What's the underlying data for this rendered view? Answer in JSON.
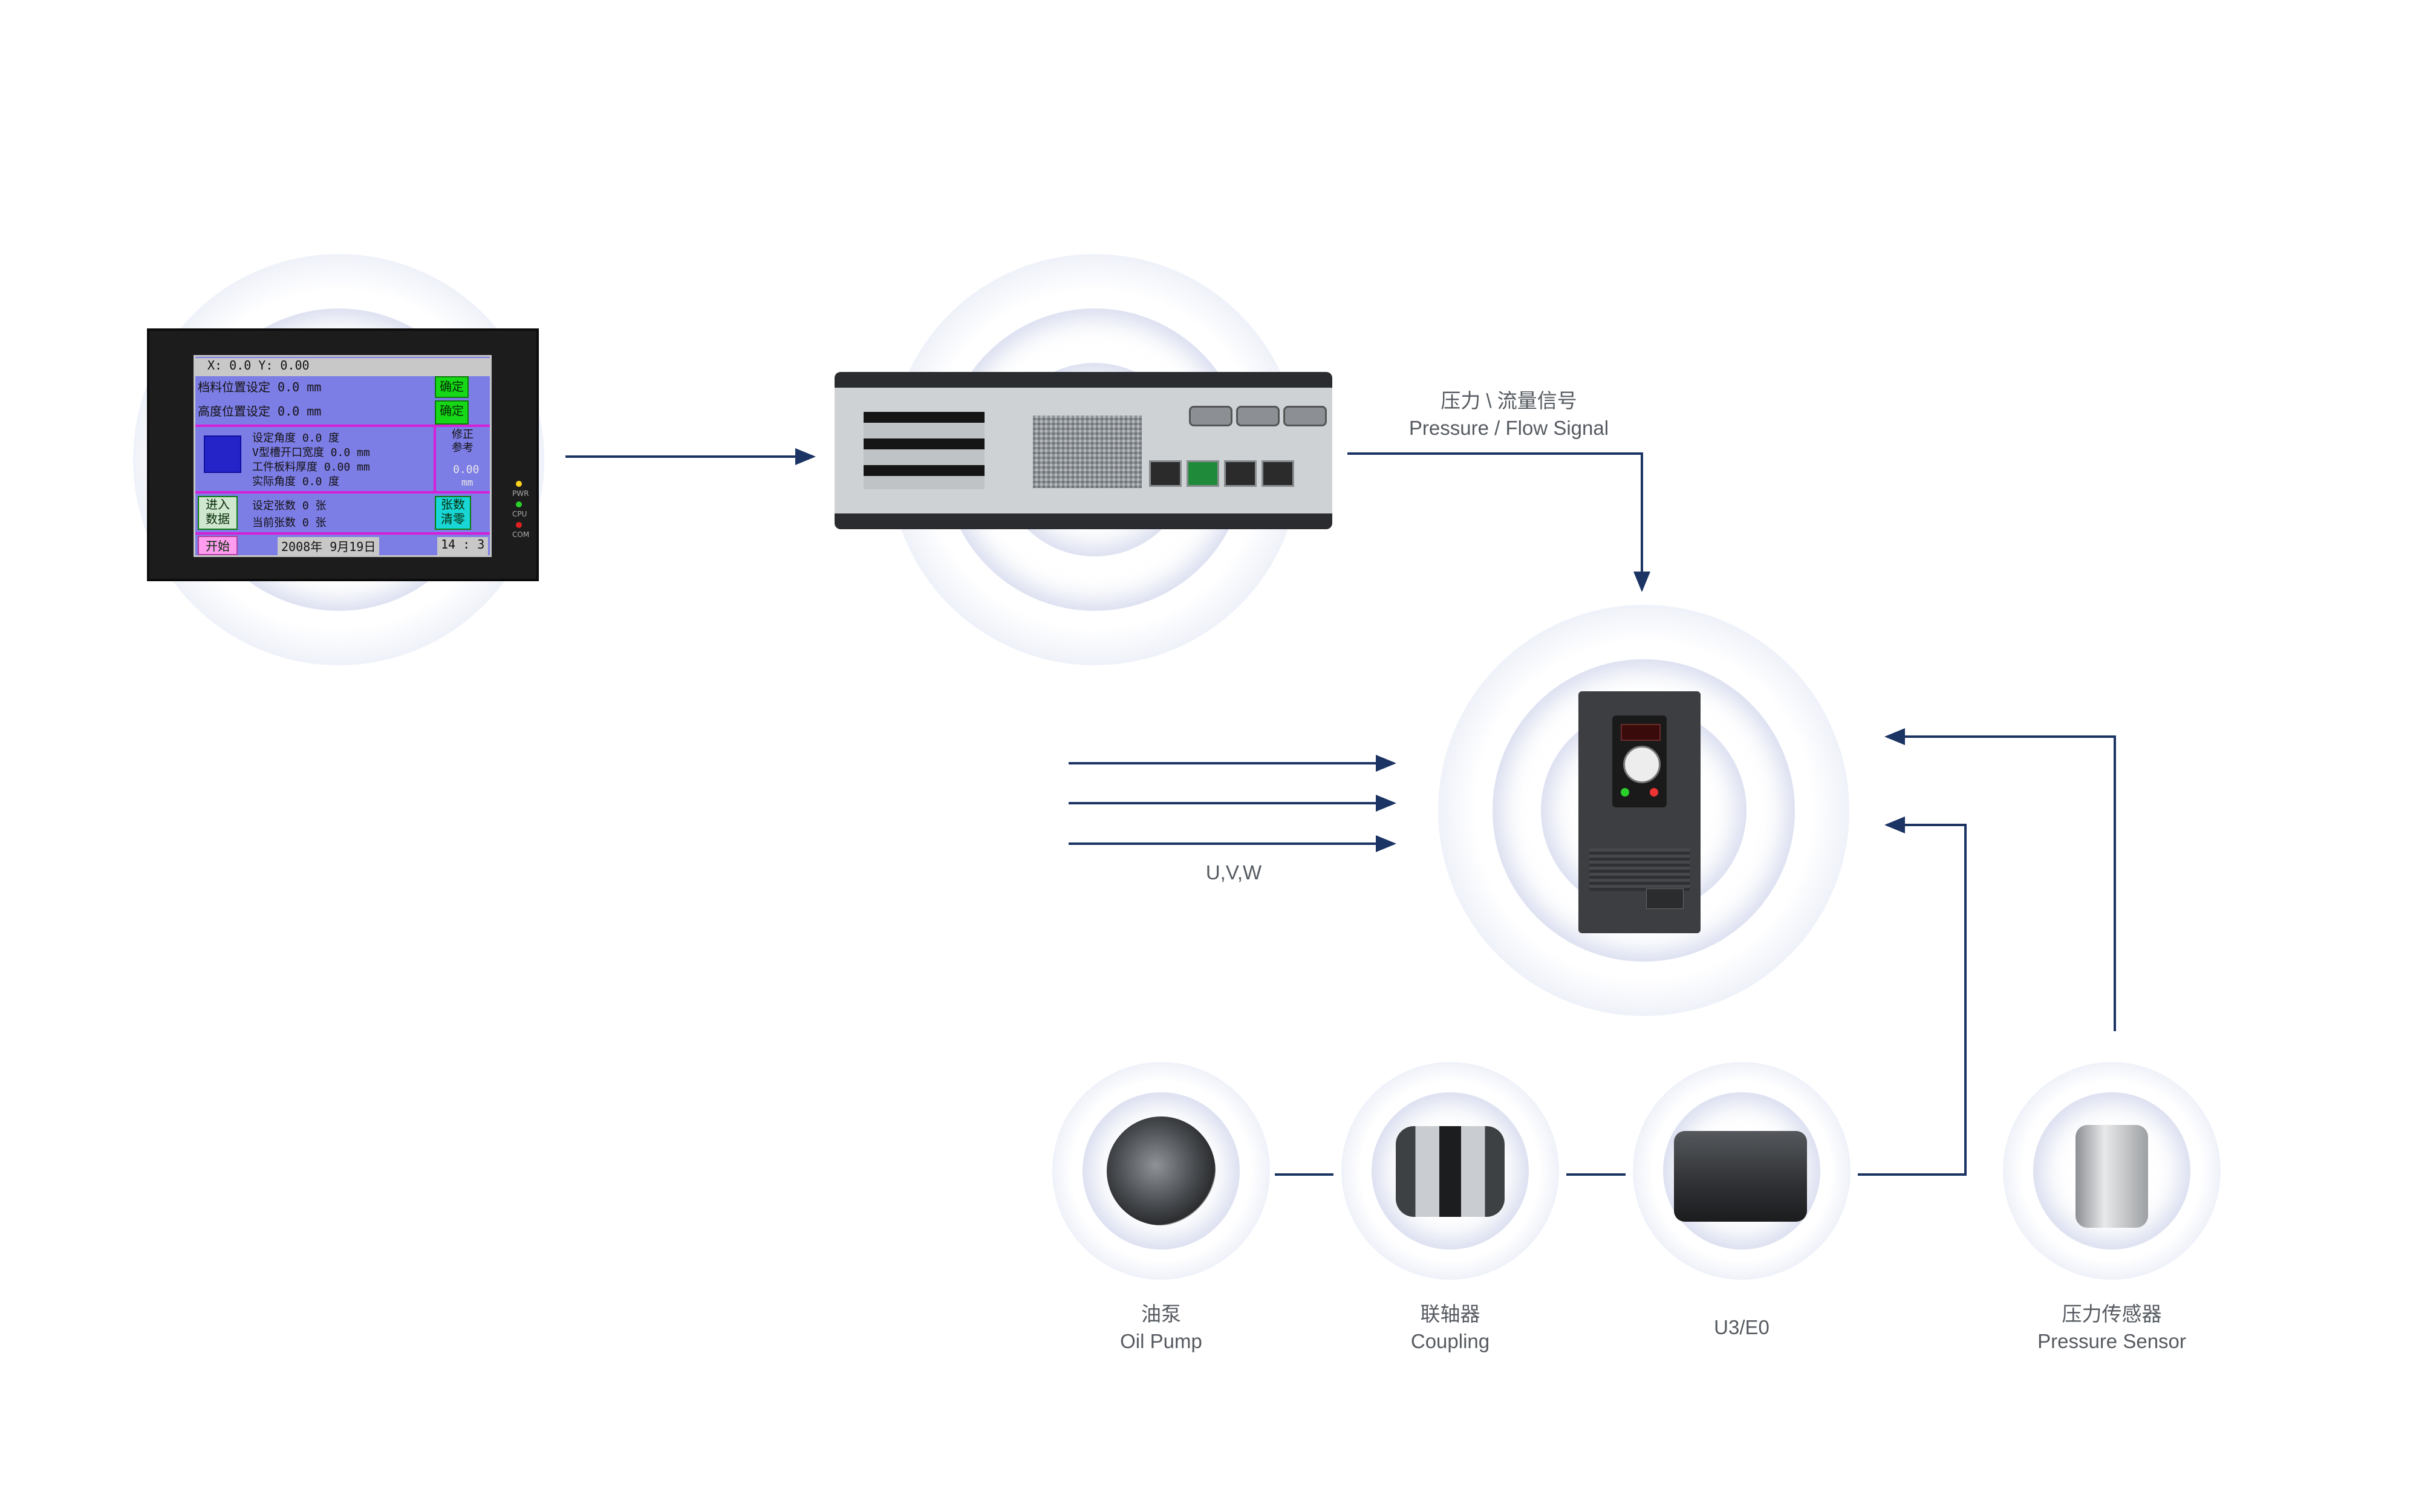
{
  "nodes": {
    "hmi": {
      "coords_line": "X:   0.0         Y:   0.00",
      "row1": "档料位置设定      0.0     mm",
      "row1_btn": "确定",
      "row2": "高度位置设定      0.0     mm",
      "row2_btn": "确定",
      "row3": "设定角度         0.0  度",
      "row4": "V型槽开口宽度      0.0  mm",
      "row5": "工件板料厚度    0.00   mm",
      "row6": "实际角度         0.0  度",
      "side_btn": "修正\n参考",
      "side_val1": "0.00",
      "side_val2": "mm",
      "row7": "设定张数         0  张",
      "row8": "当前张数         0  张",
      "left_btn": "进入\n数据",
      "right_btn": "张数\n清零",
      "start_btn": "开始",
      "date_line": "2008年  9月19日",
      "time": "14 : 3",
      "leds": [
        "PWR",
        "CPU",
        "COM"
      ]
    },
    "plc": {},
    "vfd": {}
  },
  "labels": {
    "signal_cn": "压力 \\ 流量信号",
    "signal_en": "Pressure / Flow Signal",
    "uvw": "U,V,W",
    "oil_pump_cn": "油泵",
    "oil_pump_en": "Oil Pump",
    "coupling_cn": "联轴器",
    "coupling_en": "Coupling",
    "motor": "U3/E0",
    "sensor_cn": "压力传感器",
    "sensor_en": "Pressure Sensor"
  },
  "colors": {
    "arrow": "#1b3463",
    "label_text": "#555a60",
    "halo_ring": "#d9dcf0",
    "hmi_screen": "#7d7de6",
    "hmi_button": "#16d816",
    "hmi_separator": "#d81fd8"
  }
}
